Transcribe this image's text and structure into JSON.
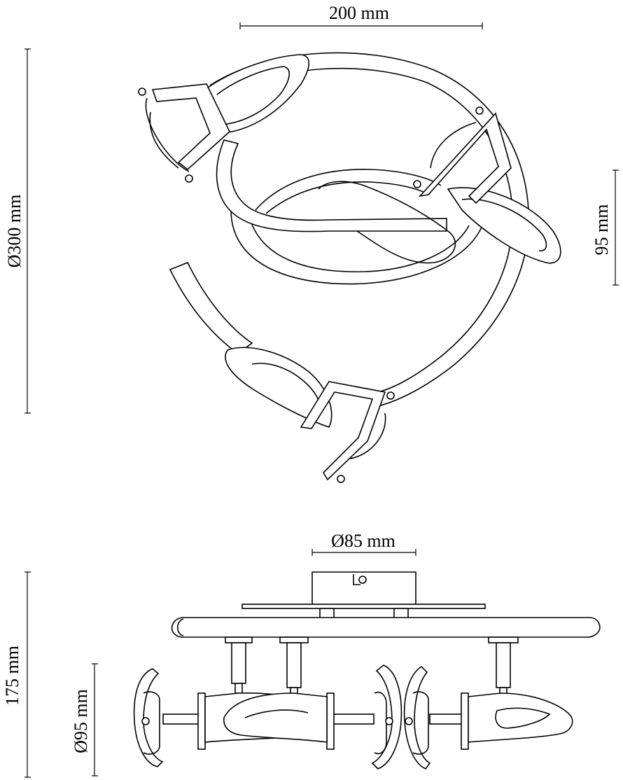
{
  "dimensions": {
    "top_width": "200 mm",
    "top_diameter": "Ø300 mm",
    "top_depth": "95 mm",
    "base_diameter": "Ø85 mm",
    "total_height": "175 mm",
    "spot_diameter": "Ø95 mm"
  }
}
